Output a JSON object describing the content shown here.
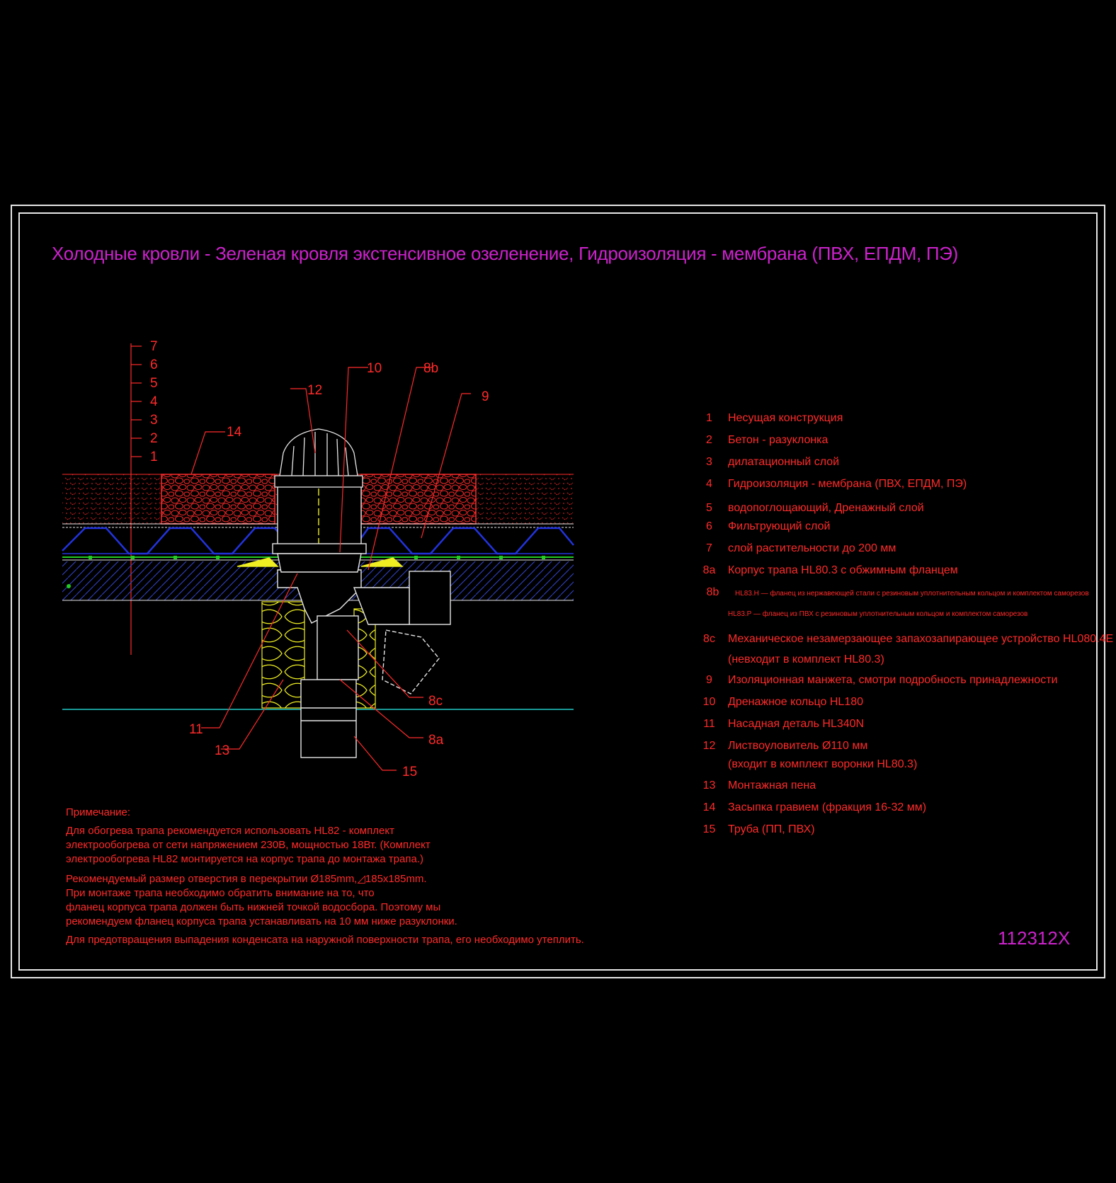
{
  "title": "Холодные кровли - Зеленая кровля экстенсивное озеленение, Гидроизоляция - мембрана (ПВХ, ЕПДМ, ПЭ)",
  "drawing_code": "112312X",
  "layer_labels": [
    "7",
    "6",
    "5",
    "4",
    "3",
    "2",
    "1"
  ],
  "callouts": {
    "c10": "10",
    "c8b": "8b",
    "c12": "12",
    "c9": "9",
    "c14": "14",
    "c8c": "8c",
    "c8a": "8a",
    "c11": "11",
    "c13": "13",
    "c15": "15"
  },
  "legend": [
    {
      "num": "1",
      "text": "Несущая конструкция"
    },
    {
      "num": "2",
      "text": "Бетон - разуклонка"
    },
    {
      "num": "3",
      "text": "дилатационный слой"
    },
    {
      "num": "4",
      "text": "Гидроизоляция - мембрана (ПВХ, ЕПДМ, ПЭ)"
    },
    {
      "num": "5",
      "text": "водопоглощающий, Дренажный слой"
    },
    {
      "num": "6",
      "text": "Фильтрующий слой"
    },
    {
      "num": "7",
      "text": "слой растительности до 200 мм"
    },
    {
      "num": "8a",
      "text": "Корпус трапа HL80.3 с обжимным фланцем"
    },
    {
      "num": "8b",
      "text": "HL83.H — фланец из нержавеющей стали с резиновым уплотнительным кольцом и комплектом саморезов"
    },
    {
      "num": "",
      "text": "HL83.P — фланец из ПВХ с резиновым уплотнительным кольцом и комплектом саморезов"
    },
    {
      "num": "8c",
      "text": "Механическое незамерзающее запахозапирающее устройство HL080.4E"
    },
    {
      "num": "",
      "text": "(невходит в комплект HL80.3)"
    },
    {
      "num": "9",
      "text": "Изоляционная  манжета, смотри подробность принадлежности"
    },
    {
      "num": "10",
      "text": "Дренажное кольцо HL180"
    },
    {
      "num": "11",
      "text": "Насадная деталь HL340N"
    },
    {
      "num": "12",
      "text": "Листвоуловитель Ø110 мм"
    },
    {
      "num": "",
      "text": "(входит в комплект воронки HL80.3)"
    },
    {
      "num": "13",
      "text": "Монтажная пена"
    },
    {
      "num": "14",
      "text": "Засыпка гравием (фракция 16-32 мм)"
    },
    {
      "num": "15",
      "text": "Труба (ПП, ПВХ)"
    }
  ],
  "notes": {
    "heading": "Примечание:",
    "lines": [
      "Для обогрева трапа рекомендуется использовать HL82 - комплект",
      "электрообогрева от сети напряжением 230В, мощностью 18Вт. (Комплект",
      "электрообогрева HL82 монтируется на корпус трапа до монтажа трапа.)",
      "Рекомендуемый размер отверстия в перекрытии Ø185mm,◿185x185mm.",
      "При монтаже трапа необходимо обратить внимание на то, что",
      "фланец корпуса трапа должен быть нижней точкой водосбора. Поэтому мы",
      "рекомендуем фланец корпуса трапа устанавливать на 10 мм ниже разуклонки.",
      "Для предотвращения выпадения конденсата на наружной поверхности трапа, его необходимо утеплить."
    ]
  },
  "colors": {
    "frame": "#e6e6e6",
    "title": "#cc22cc",
    "text": "#ff2a2a",
    "gravel": "#ff2a2a",
    "drainage": "#2233dd",
    "membrane": "#22cc22",
    "insulation": "#eeee22",
    "slab_line": "#22cccc",
    "hatch": "#3344cc",
    "leader": "#ff2a2a"
  }
}
